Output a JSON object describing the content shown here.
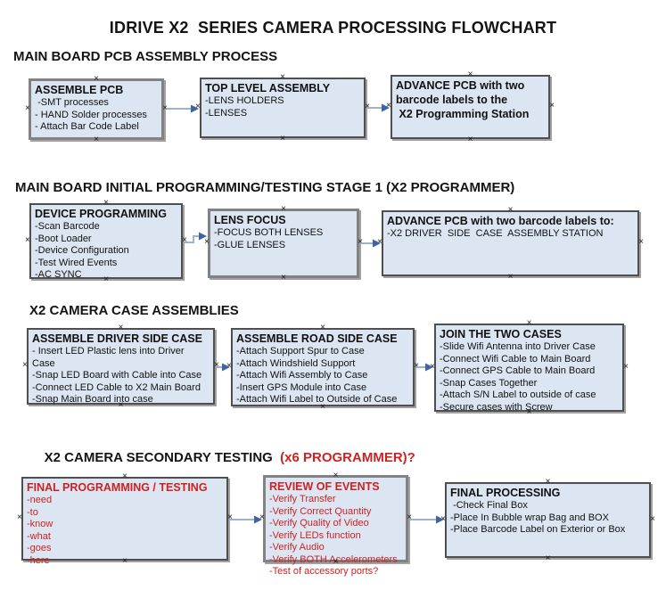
{
  "page_title": "IDRIVE X2  SERIES CAMERA PROCESSING FLOWCHART",
  "handle_glyph": "×",
  "colors": {
    "box_fill": "#dce6f2",
    "box_border": "#4f4f4f",
    "box_border_thick": "#828282",
    "accent_red": "#cc2222",
    "arrow_line": "#9db1d2",
    "arrow_head": "#3f63a7",
    "text": "#141414"
  },
  "sections": [
    {
      "heading": "MAIN BOARD PCB ASSEMBLY PROCESS",
      "boxes": [
        {
          "title": "ASSEMBLE PCB",
          "items": [
            " -SMT processes",
            "- HAND Solder processes",
            "- Attach Bar Code Label"
          ],
          "tone": "dark",
          "frame": "thick"
        },
        {
          "title": "TOP LEVEL ASSEMBLY",
          "items": [
            "-LENS HOLDERS",
            "-LENSES"
          ],
          "tone": "dark",
          "frame": "normal"
        },
        {
          "title": "ADVANCE PCB with two\nbarcode labels to the\n X2 Programming Station",
          "items": [],
          "tone": "dark",
          "frame": "normal"
        }
      ]
    },
    {
      "heading": "MAIN BOARD INITIAL PROGRAMMING/TESTING STAGE 1 (X2 PROGRAMMER)",
      "boxes": [
        {
          "title": "DEVICE PROGRAMMING",
          "items": [
            "-Scan Barcode",
            "-Boot Loader",
            "-Device Configuration",
            "-Test Wired Events",
            "-AC SYNC"
          ],
          "tone": "dark",
          "frame": "normal"
        },
        {
          "title": "LENS FOCUS",
          "items": [
            "-FOCUS BOTH LENSES",
            "-GLUE LENSES"
          ],
          "tone": "dark",
          "frame": "thick"
        },
        {
          "title": "ADVANCE PCB with two barcode labels to:",
          "items": [
            "-X2 DRIVER  SIDE  CASE  ASSEMBLY STATION"
          ],
          "tone": "dark",
          "frame": "normal"
        }
      ]
    },
    {
      "heading": "X2 CAMERA CASE ASSEMBLIES",
      "boxes": [
        {
          "title": "ASSEMBLE DRIVER SIDE CASE",
          "items": [
            "- Insert LED Plastic lens into Driver Case",
            "-Snap LED Board with Cable into Case",
            "-Connect LED Cable to X2 Main Board",
            "-Snap Main Board into case"
          ],
          "tone": "dark",
          "frame": "normal"
        },
        {
          "title": "ASSEMBLE ROAD SIDE CASE",
          "items": [
            "-Attach Support Spur to Case",
            "-Attach Windshield Support",
            "-Attach Wifi Assembly to Case",
            "-Insert GPS Module into Case",
            "-Attach Wifi Label to Outside of Case"
          ],
          "tone": "dark",
          "frame": "normal"
        },
        {
          "title": "JOIN THE TWO CASES",
          "items": [
            "-Slide Wifi Antenna into Driver Case",
            "-Connect Wifi Cable to Main Board",
            "-Connect GPS Cable to Main Board",
            "-Snap Cases Together",
            "-Attach S/N Label to outside of case",
            "-Secure cases with Screw"
          ],
          "tone": "dark",
          "frame": "normal"
        }
      ]
    },
    {
      "heading": "X2 CAMERA SECONDARY TESTING ",
      "heading_suffix": " (x6 PROGRAMMER)?",
      "boxes": [
        {
          "title": "FINAL PROGRAMMING / TESTING",
          "items": [
            "-need",
            "-to",
            "-know",
            "-what",
            "-goes",
            "-here"
          ],
          "tone": "red",
          "frame": "normal"
        },
        {
          "title": "REVIEW OF EVENTS",
          "items": [
            "-Verify Transfer",
            "-Verify Correct Quantity",
            "-Verify Quality of Video",
            "-Verify LEDs function",
            "-Verify Audio",
            "-Verify BOTH Accelerometers",
            "-Test of accessory ports?"
          ],
          "tone": "red",
          "frame": "thick"
        },
        {
          "title": "FINAL PROCESSING",
          "items": [
            " -Check Final Box",
            "-Place In Bubble wrap Bag and BOX",
            "-Place Barcode Label on Exterior or Box"
          ],
          "tone": "dark",
          "frame": "normal"
        }
      ]
    }
  ]
}
